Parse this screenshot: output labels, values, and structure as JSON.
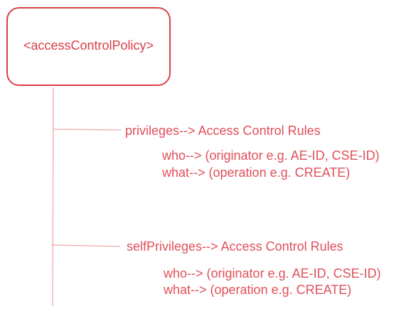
{
  "diagram": {
    "root": {
      "label": "<accessControlPolicy>"
    },
    "children": [
      {
        "label": "privileges--> Access Control Rules",
        "details": [
          "who--> (originator e.g. AE-ID, CSE-ID)",
          "what--> (operation e.g. CREATE)"
        ]
      },
      {
        "label": "selfPrivileges--> Access Control Rules",
        "details": [
          "who--> (originator e.g. AE-ID, CSE-ID)",
          "what--> (operation e.g. CREATE)"
        ]
      }
    ],
    "colors": {
      "text": "#e0505a",
      "box_border": "#d94048",
      "connector": "#f0a8ac"
    }
  }
}
